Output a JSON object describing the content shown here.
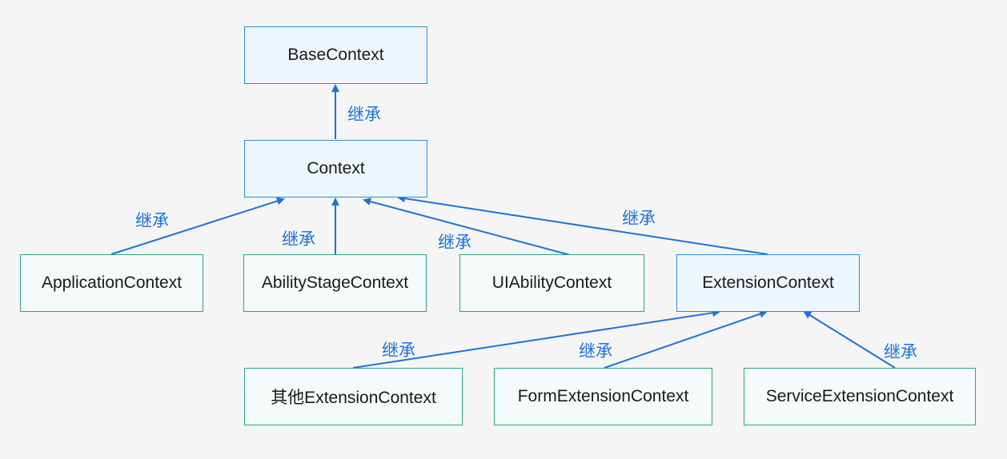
{
  "nodes": {
    "base_context": "BaseContext",
    "context": "Context",
    "application_context": "ApplicationContext",
    "ability_stage_context": "AbilityStageContext",
    "uiability_context": "UIAbilityContext",
    "extension_context": "ExtensionContext",
    "other_extension_context": "其他ExtensionContext",
    "form_extension_context": "FormExtensionContext",
    "service_extension_context": "ServiceExtensionContext"
  },
  "edges": [
    {
      "from": "context",
      "to": "base_context",
      "label": "继承"
    },
    {
      "from": "application_context",
      "to": "context",
      "label": "继承"
    },
    {
      "from": "ability_stage_context",
      "to": "context",
      "label": "继承"
    },
    {
      "from": "uiability_context",
      "to": "context",
      "label": "继承"
    },
    {
      "from": "extension_context",
      "to": "context",
      "label": "继承"
    },
    {
      "from": "other_extension_context",
      "to": "extension_context",
      "label": "继承"
    },
    {
      "from": "form_extension_context",
      "to": "extension_context",
      "label": "继承"
    },
    {
      "from": "service_extension_context",
      "to": "extension_context",
      "label": "继承"
    }
  ],
  "colors": {
    "arrow": "#1e73d8",
    "parent_border": "#2b8fd0",
    "child_border": "#2aa38d",
    "background": "#f5f5f5"
  }
}
